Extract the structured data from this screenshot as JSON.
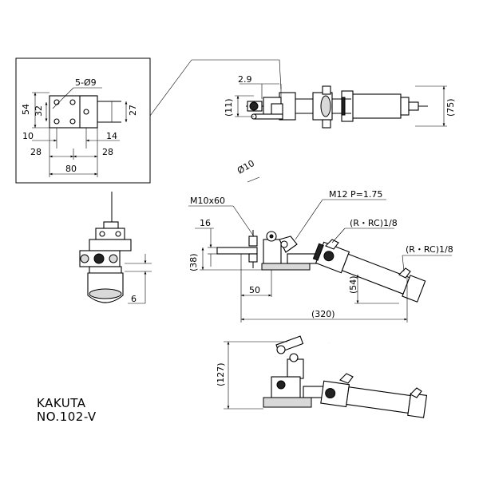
{
  "brand": {
    "maker": "KAKUTA",
    "model": "NO.102-V"
  },
  "detail_view": {
    "holes": "5-Ø9",
    "dims": {
      "h54": "54",
      "h32": "32",
      "h27": "27",
      "w10": "10",
      "w14": "14",
      "w28a": "28",
      "w28b": "28",
      "w80": "80"
    }
  },
  "top_view": {
    "d29": "2.9",
    "d11": "(11)",
    "d75": "(75)"
  },
  "side_view": {
    "rod_dia": "Ø10",
    "bolt": "M10x60",
    "thread": "M12 P=1.75",
    "port1": "(R・RC)1/8",
    "port2": "(R・RC)1/8",
    "d16": "16",
    "d38": "(38)",
    "d50": "50",
    "d54": "(54)",
    "d320": "(320)"
  },
  "front_view": {
    "d6": "6"
  },
  "open_view": {
    "d127": "(127)"
  }
}
